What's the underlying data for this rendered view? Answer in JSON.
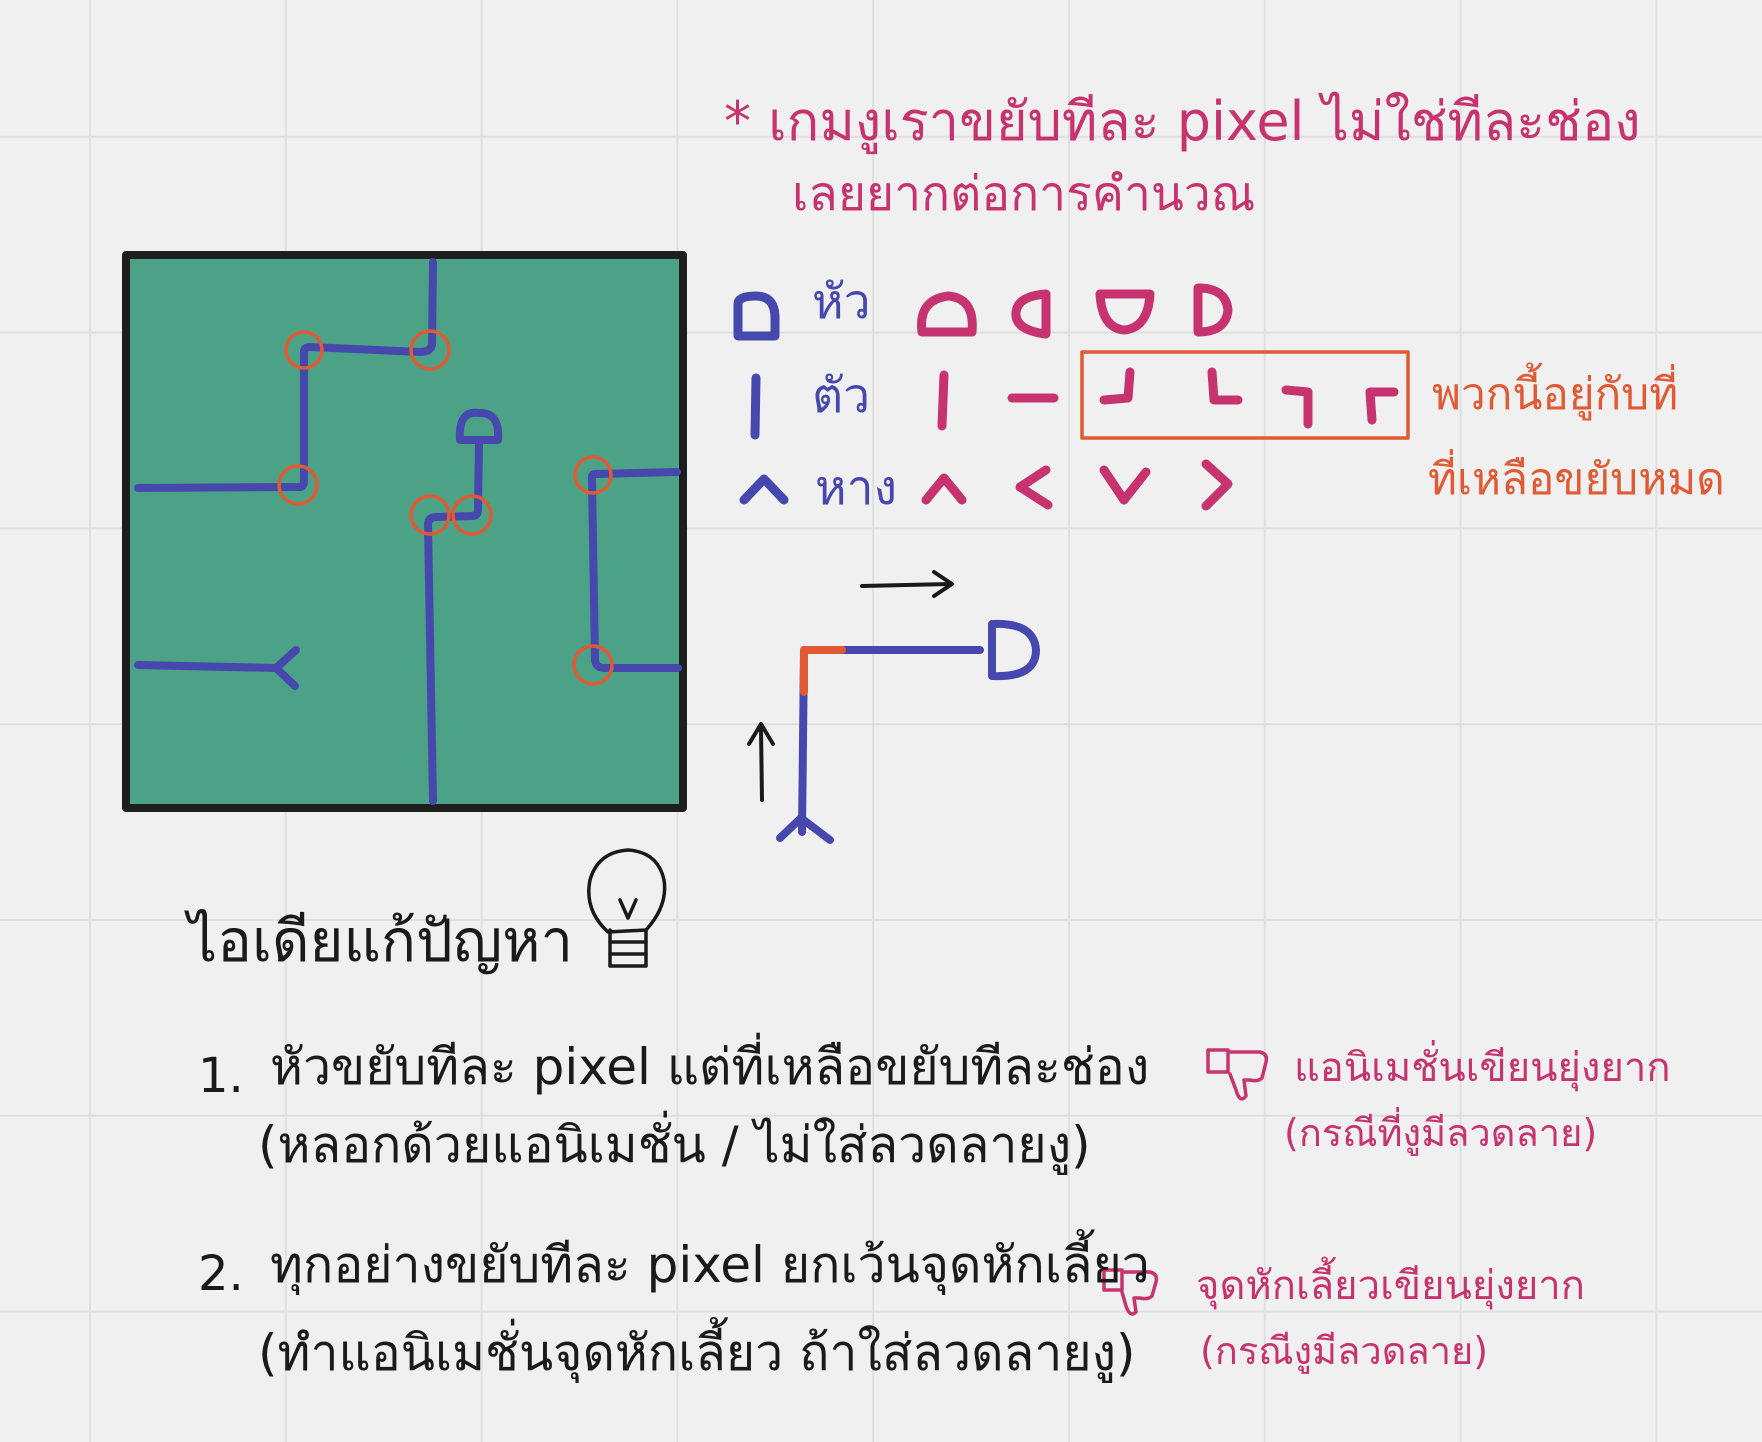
{
  "note": {
    "line1": "* เกมงูเราขยับทีละ pixel ไม่ใช่ทีละช่อง",
    "line2": "เลยยากต่อการคำนวณ"
  },
  "legend": {
    "head_label": "หัว",
    "body_label": "ตัว",
    "tail_label": "หาง"
  },
  "corner_note": {
    "line1": "พวกนี้อยู่กับที่",
    "line2": "ที่เหลือขยับหมด"
  },
  "ideas": {
    "title": "ไอเดียแก้ปัญหา",
    "item1_num": "1.",
    "item1_line1": "หัวขยับทีละ pixel แต่ที่เหลือขยับทีละช่อง",
    "item1_line2": "(หลอกด้วยแอนิเมชั่น / ไม่ใส่ลวดลายงู)",
    "item2_num": "2.",
    "item2_line1": "ทุกอย่างขยับทีละ pixel ยกเว้นจุดหักเลี้ยว",
    "item2_line2": "(ทำแอนิเมชั่นจุดหักเลี้ยว ถ้าใส่ลวดลายงู)"
  },
  "cons": {
    "c1_line1": "แอนิเมชั่นเขียนยุ่งยาก",
    "c1_line2": "(กรณีที่งูมีลวดลาย)",
    "c2_line1": "จุดหักเลี้ยวเขียนยุ่งยาก",
    "c2_line2": "(กรณีงูมีลวดลาย)"
  },
  "icons": {
    "thumb1": "thumbs-down-icon",
    "thumb2": "thumbs-down-icon",
    "bulb": "lightbulb-icon",
    "arrow_right": "arrow-right-icon",
    "arrow_up": "arrow-up-icon"
  },
  "colors": {
    "board": "#4ba287",
    "snake": "#4748ad",
    "pink": "#c7336f",
    "orange": "#e05a33",
    "ink": "#1a1a1a"
  }
}
